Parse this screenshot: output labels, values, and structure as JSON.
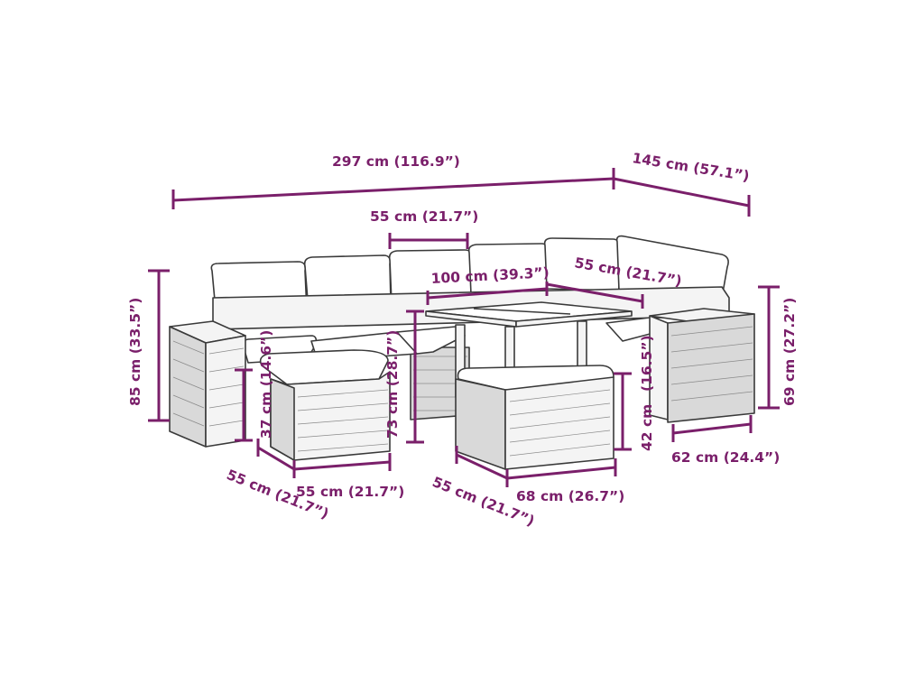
{
  "dimensions": {
    "total_length": "297 cm (116.9”)",
    "total_depth": "145 cm (57.1”)",
    "seat_width_top": "55 cm (21.7”)",
    "table_length": "100 cm (39.3”)",
    "corner_depth": "55 cm (21.7”)",
    "overall_height": "85 cm (33.5”)",
    "footstool_height": "37 cm (14.6”)",
    "seat_height": "(14.6”)",
    "table_height": "73 cm (28.7”)",
    "table_height_low": "42 cm",
    "table_height_low_in": "(16.5”)",
    "side_table_height": "69 cm (27.2”)",
    "side_table_width": "62 cm (24.4”)",
    "footstool_depth": "55 cm (21.7”)",
    "footstool_width": "55 cm (21.7”)",
    "table_depth": "55 cm (21.7”)",
    "table_width": "68 cm (26.7”)"
  },
  "colors": {
    "dimension": "#7a1f6a",
    "outline": "#3a3a3a"
  }
}
